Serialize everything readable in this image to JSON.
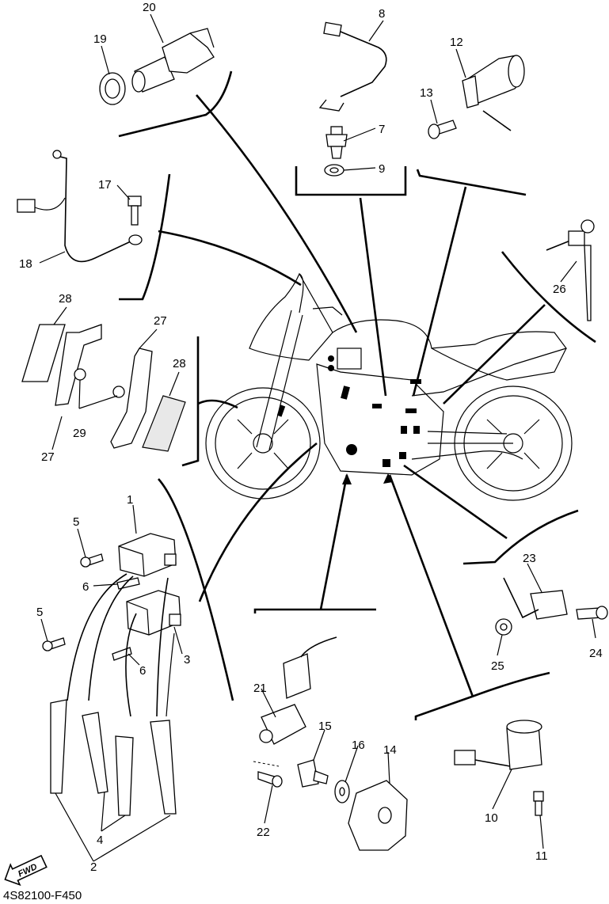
{
  "diagram": {
    "drawing_code": "4S82100-F450",
    "direction_marker": "FWD",
    "callouts": [
      "1",
      "2",
      "3",
      "4",
      "5",
      "6",
      "7",
      "8",
      "9",
      "10",
      "11",
      "12",
      "13",
      "14",
      "15",
      "16",
      "17",
      "18",
      "19",
      "20",
      "21",
      "22",
      "23",
      "24",
      "25",
      "26",
      "27",
      "28",
      "29"
    ]
  },
  "labels": {
    "c1": "1",
    "c2": "2",
    "c3": "3",
    "c4": "4",
    "c5a": "5",
    "c5b": "5",
    "c6a": "6",
    "c6b": "6",
    "c7": "7",
    "c8": "8",
    "c9": "9",
    "c10": "10",
    "c11": "11",
    "c12": "12",
    "c13": "13",
    "c14": "14",
    "c15": "15",
    "c16": "16",
    "c17": "17",
    "c18": "18",
    "c19": "19",
    "c20": "20",
    "c21": "21",
    "c22": "22",
    "c23": "23",
    "c24": "24",
    "c25": "25",
    "c26": "26",
    "c27a": "27",
    "c27b": "27",
    "c28a": "28",
    "c28b": "28",
    "c29": "29"
  }
}
